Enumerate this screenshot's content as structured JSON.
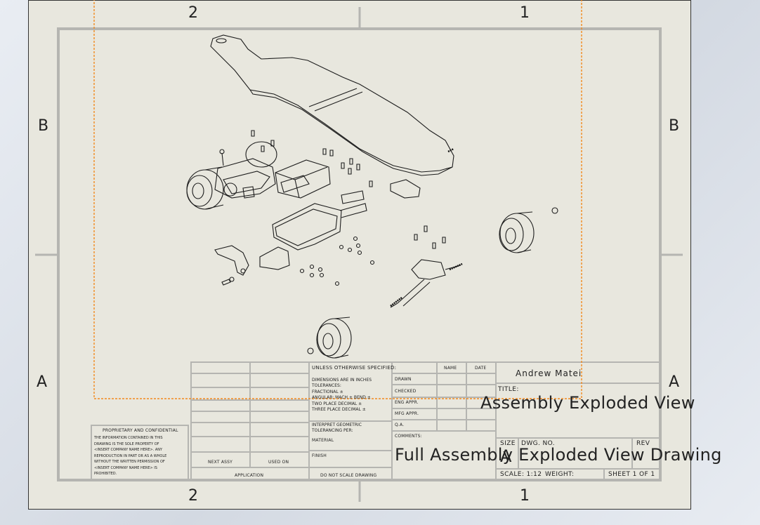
{
  "zones": {
    "top_left": "2",
    "top_right": "1",
    "bottom_left": "2",
    "bottom_right": "1",
    "left_upper": "B",
    "left_lower": "A",
    "right_upper": "B",
    "right_lower": "A"
  },
  "title_block": {
    "tolerance_header": "UNLESS OTHERWISE SPECIFIED:",
    "tolerance_lines": [
      "DIMENSIONS ARE IN INCHES",
      "TOLERANCES:",
      "FRACTIONAL ±",
      "ANGULAR: MACH ±   BEND ±",
      "TWO PLACE DECIMAL    ±",
      "THREE PLACE DECIMAL  ±"
    ],
    "interpret": [
      "INTERPRET GEOMETRIC",
      "TOLERANCING PER:"
    ],
    "material": "MATERIAL",
    "finish": "FINISH",
    "next_assy": "NEXT ASSY",
    "used_on": "USED ON",
    "application": "APPLICATION",
    "do_not_scale": "DO NOT SCALE DRAWING",
    "col_name": "NAME",
    "col_date": "DATE",
    "rows": [
      "DRAWN",
      "CHECKED",
      "ENG APPR.",
      "MFG APPR.",
      "Q.A."
    ],
    "comments": "COMMENTS:",
    "company": "Andrew Matei",
    "title_label": "TITLE:",
    "title": "Assembly Exploded View",
    "drawing_name": "Full Assembly Exploded View Drawing",
    "size_label": "SIZE",
    "size_value": "A",
    "dwg_no_label": "DWG.  NO.",
    "rev_label": "REV",
    "scale": "SCALE: 1:12",
    "weight": "WEIGHT:",
    "sheet": "SHEET 1 OF 1"
  },
  "proprietary": {
    "header": "PROPRIETARY AND CONFIDENTIAL",
    "lines": [
      "THE INFORMATION CONTAINED IN THIS",
      "DRAWING IS THE SOLE PROPERTY OF",
      "<INSERT COMPANY NAME HERE>. ANY",
      "REPRODUCTION IN PART OR AS A WHOLE",
      "WITHOUT THE WRITTEN PERMISSION OF",
      "<INSERT COMPANY NAME HERE> IS",
      "PROHIBITED."
    ]
  },
  "colors": {
    "sheet": "#e8e7de",
    "border": "#b5b5b1",
    "line": "#222222",
    "selection": "#f28a1e"
  }
}
